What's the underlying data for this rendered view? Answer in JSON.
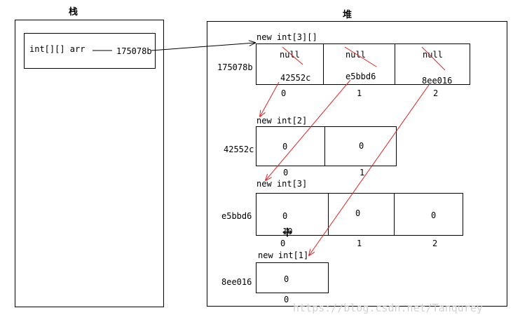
{
  "stack": {
    "title": "栈",
    "variable_label": "int[][] arr",
    "reference_value": "175078b"
  },
  "heap": {
    "title": "堆",
    "outer_array": {
      "decl": "new int[3][]",
      "address": "175078b",
      "cells": [
        {
          "old": "null",
          "value": "42552c",
          "index": "0"
        },
        {
          "old": "null",
          "value": "e5bbd6",
          "index": "1"
        },
        {
          "old": "null",
          "value": "8ee016",
          "index": "2"
        }
      ]
    },
    "array_a": {
      "decl": "new int[2]",
      "address": "42552c",
      "cells": [
        {
          "value": "0",
          "index": "0"
        },
        {
          "value": "0",
          "index": "1"
        }
      ]
    },
    "array_b": {
      "decl": "new int[3]",
      "address": "e5bbd6",
      "cells": [
        {
          "value": "0",
          "index": "0",
          "overwrite": "10"
        },
        {
          "value": "0",
          "index": "1"
        },
        {
          "value": "0",
          "index": "2"
        }
      ]
    },
    "array_c": {
      "decl": "new int[1]",
      "address": "8ee016",
      "cells": [
        {
          "value": "0",
          "index": "0"
        }
      ]
    }
  },
  "watermark": "https://blog.csdn.net/Tanqurey",
  "colors": {
    "arrow": "#e02020",
    "line": "#000000",
    "watermark": "#d2d2d2"
  },
  "icons": {
    "cursor": "move-cursor-icon"
  }
}
